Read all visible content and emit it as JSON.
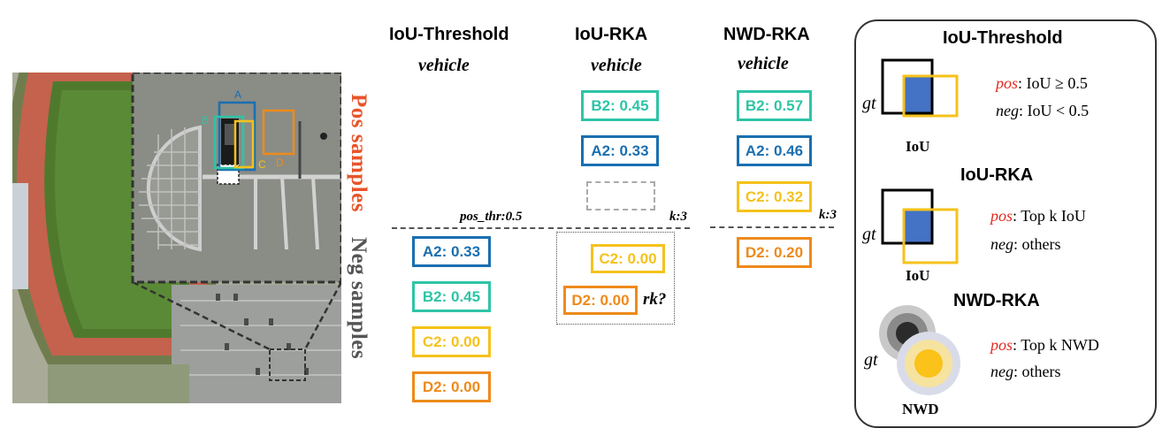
{
  "image_panel": {
    "pos_label": "Pos samples",
    "neg_label": "Neg samples",
    "box_letters": [
      "A",
      "B",
      "C",
      "D"
    ]
  },
  "columns": [
    {
      "title": "IoU-Threshold",
      "class_label": "vehicle",
      "threshold_label": "pos_thr:0.5",
      "pos_boxes": [],
      "neg_boxes": [
        "A2: 0.33",
        "B2: 0.45",
        "C2: 0.00",
        "D2: 0.00"
      ]
    },
    {
      "title": "IoU-RKA",
      "class_label": "vehicle",
      "threshold_label": "k:3",
      "pos_boxes": [
        "B2: 0.45",
        "A2: 0.33"
      ],
      "neg_boxes": [
        "C2: 0.00",
        "D2: 0.00"
      ],
      "tie_label": "rk?"
    },
    {
      "title": "NWD-RKA",
      "class_label": "vehicle",
      "threshold_label": "k:3",
      "pos_boxes": [
        "B2: 0.57",
        "A2: 0.46",
        "C2: 0.32"
      ],
      "neg_boxes": [
        "D2: 0.20"
      ]
    }
  ],
  "legend": {
    "sections": [
      {
        "title": "IoU-Threshold",
        "gt_label": "gt",
        "metric_label": "IoU",
        "pos_kw": "pos",
        "pos_text": ": IoU ≥ 0.5",
        "neg_kw": "neg",
        "neg_text": ": IoU < 0.5"
      },
      {
        "title": "IoU-RKA",
        "gt_label": "gt",
        "metric_label": "IoU",
        "pos_kw": "pos",
        "pos_text": ": Top k IoU",
        "neg_kw": "neg",
        "neg_text": ": others"
      },
      {
        "title": "NWD-RKA",
        "gt_label": "gt",
        "metric_label": "NWD",
        "pos_kw": "pos",
        "pos_text": ": Top k NWD",
        "neg_kw": "neg",
        "neg_text": ": others"
      }
    ]
  },
  "colors": {
    "teal": "#2ec4a6",
    "blue": "#1a6fb0",
    "yellow": "#f5c21b",
    "orange": "#ee8a1a",
    "pos_red": "#e8542a",
    "neg_gray": "#555555",
    "overlap_fill": "#4472c4"
  }
}
